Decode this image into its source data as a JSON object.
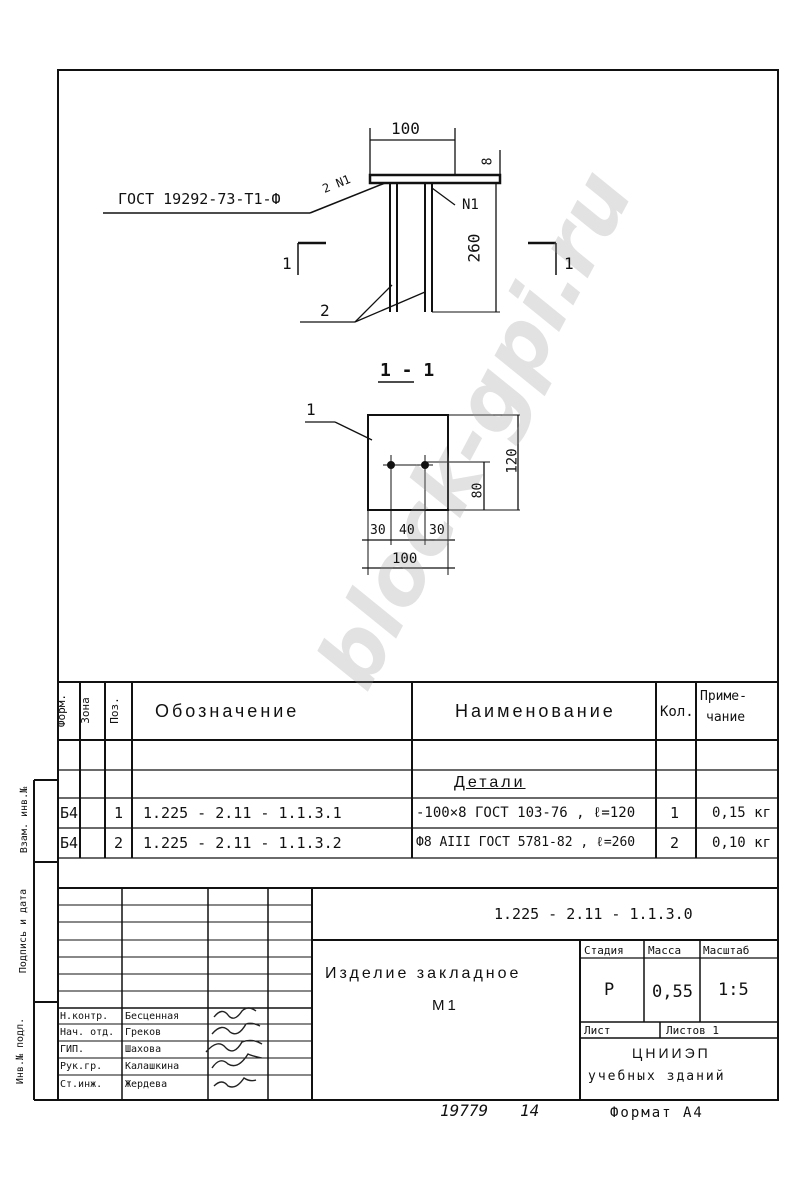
{
  "drawing": {
    "top_width": "100",
    "plate_thickness": "8",
    "anchor_height": "260",
    "gost_stud": "ГОСТ 19292-73-Т1-Ф",
    "weld_mark_1": "2 N1",
    "weld_mark_2": "N1",
    "section_mark_left": "1",
    "section_mark_right": "1",
    "pos_label_2": "2",
    "section_title": "1 - 1",
    "pos_label_1": "1",
    "dim_120": "120",
    "dim_80": "80",
    "dim_30a": "30",
    "dim_40": "40",
    "dim_30b": "30",
    "dim_100": "100"
  },
  "watermark": "block-gpi.ru",
  "spec": {
    "headers": {
      "format": "Форм.",
      "zone": "Зона",
      "pos": "Поз.",
      "designation": "Обозначение",
      "name": "Наименование",
      "qty": "Кол.",
      "note_1": "Приме-",
      "note_2": "чание"
    },
    "section": "Детали",
    "rows": [
      {
        "format": "Б4",
        "pos": "1",
        "designation": "1.225 - 2.11 - 1.1.3.1",
        "name": "-100×8 ГОСТ 103-76 , ℓ=120",
        "qty": "1",
        "note": "0,15 кг"
      },
      {
        "format": "Б4",
        "pos": "2",
        "designation": "1.225 - 2.11 - 1.1.3.2",
        "name": "Ф8 АIII ГОСТ 5781-82 , ℓ=260",
        "qty": "2",
        "note": "0,10 кг"
      }
    ]
  },
  "side_labels": {
    "vzam": "Взам. инв.№",
    "podpis": "Подпись и дата",
    "inv": "Инв.№ подл."
  },
  "title_block": {
    "code": "1.225 - 2.11 - 1.1.3.0",
    "title_line1": "Изделие закладное",
    "title_line2": "М1",
    "stage_label": "Стадия",
    "mass_label": "Масса",
    "scale_label": "Масштаб",
    "stage": "Р",
    "mass": "0,55",
    "scale": "1:5",
    "sheet_label": "Лист",
    "sheets_label": "Листов 1",
    "org_line1": "ЦНИИЭП",
    "org_line2": "учебных зданий",
    "people": [
      {
        "role": "Н.контр.",
        "name": "Бесценная"
      },
      {
        "role": "Нач. отд.",
        "name": "Греков"
      },
      {
        "role": "ГИП.",
        "name": "Шахова"
      },
      {
        "role": "Рук.гр.",
        "name": "Калашкина"
      },
      {
        "role": "Ст.инж.",
        "name": "Жердева"
      }
    ],
    "doc_number": "19779",
    "page_number": "14",
    "format": "Формат А4"
  }
}
